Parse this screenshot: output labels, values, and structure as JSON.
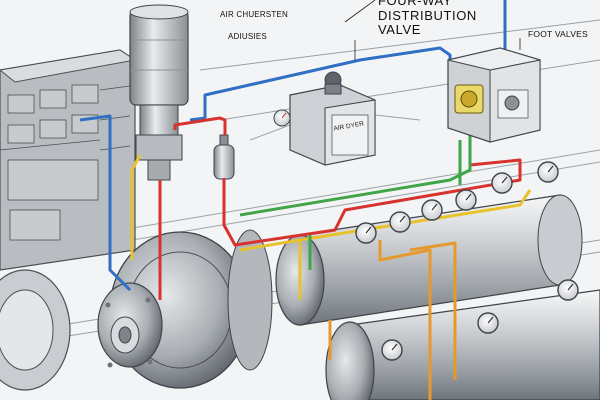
{
  "labels": {
    "air_chuersten": "AIR CHUERSTEN",
    "adiusies": "ADIUSIES",
    "four_way_line1": "FOUR-WAY",
    "four_way_line2": "DISTRIBUTION",
    "four_way_line3": "VALVE",
    "foot_valves": "FOOT VALVES",
    "air_dyer_plate": "AIR DYER"
  },
  "pipe_colors": {
    "blue": "#2f6fc4",
    "red": "#d8322e",
    "yellow": "#e8c22c",
    "green": "#3fa548",
    "orange": "#e69a2e"
  }
}
